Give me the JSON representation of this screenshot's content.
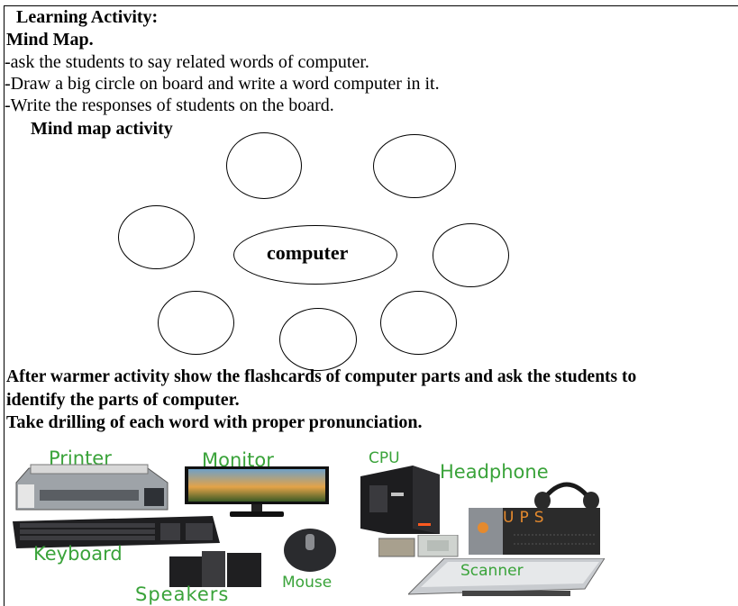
{
  "heading": "Learning Activity:",
  "subheading": "Mind Map.",
  "steps": [
    "-ask the students to say related words of computer.",
    "-Draw a big circle on board and write a word computer in it.",
    "-Write the responses of students on the board."
  ],
  "mindmap_title": "Mind map activity",
  "center_word": "computer",
  "paragraph_line1": "After warmer activity show the flashcards of computer parts and ask the students to",
  "paragraph_line2": "identify the parts of computer.",
  "paragraph_line3": "Take drilling of each word with proper pronunciation.",
  "parts": {
    "printer": "Printer",
    "monitor": "Monitor",
    "cpu": "CPU",
    "headphone": "Headphone",
    "ups": "UPS",
    "keyboard": "Keyboard",
    "mouse": "Mouse",
    "scanner": "Scanner",
    "speakers": "Speakers"
  },
  "colors": {
    "label_green": "#3aa33a",
    "ups_orange": "#e58a2e"
  }
}
